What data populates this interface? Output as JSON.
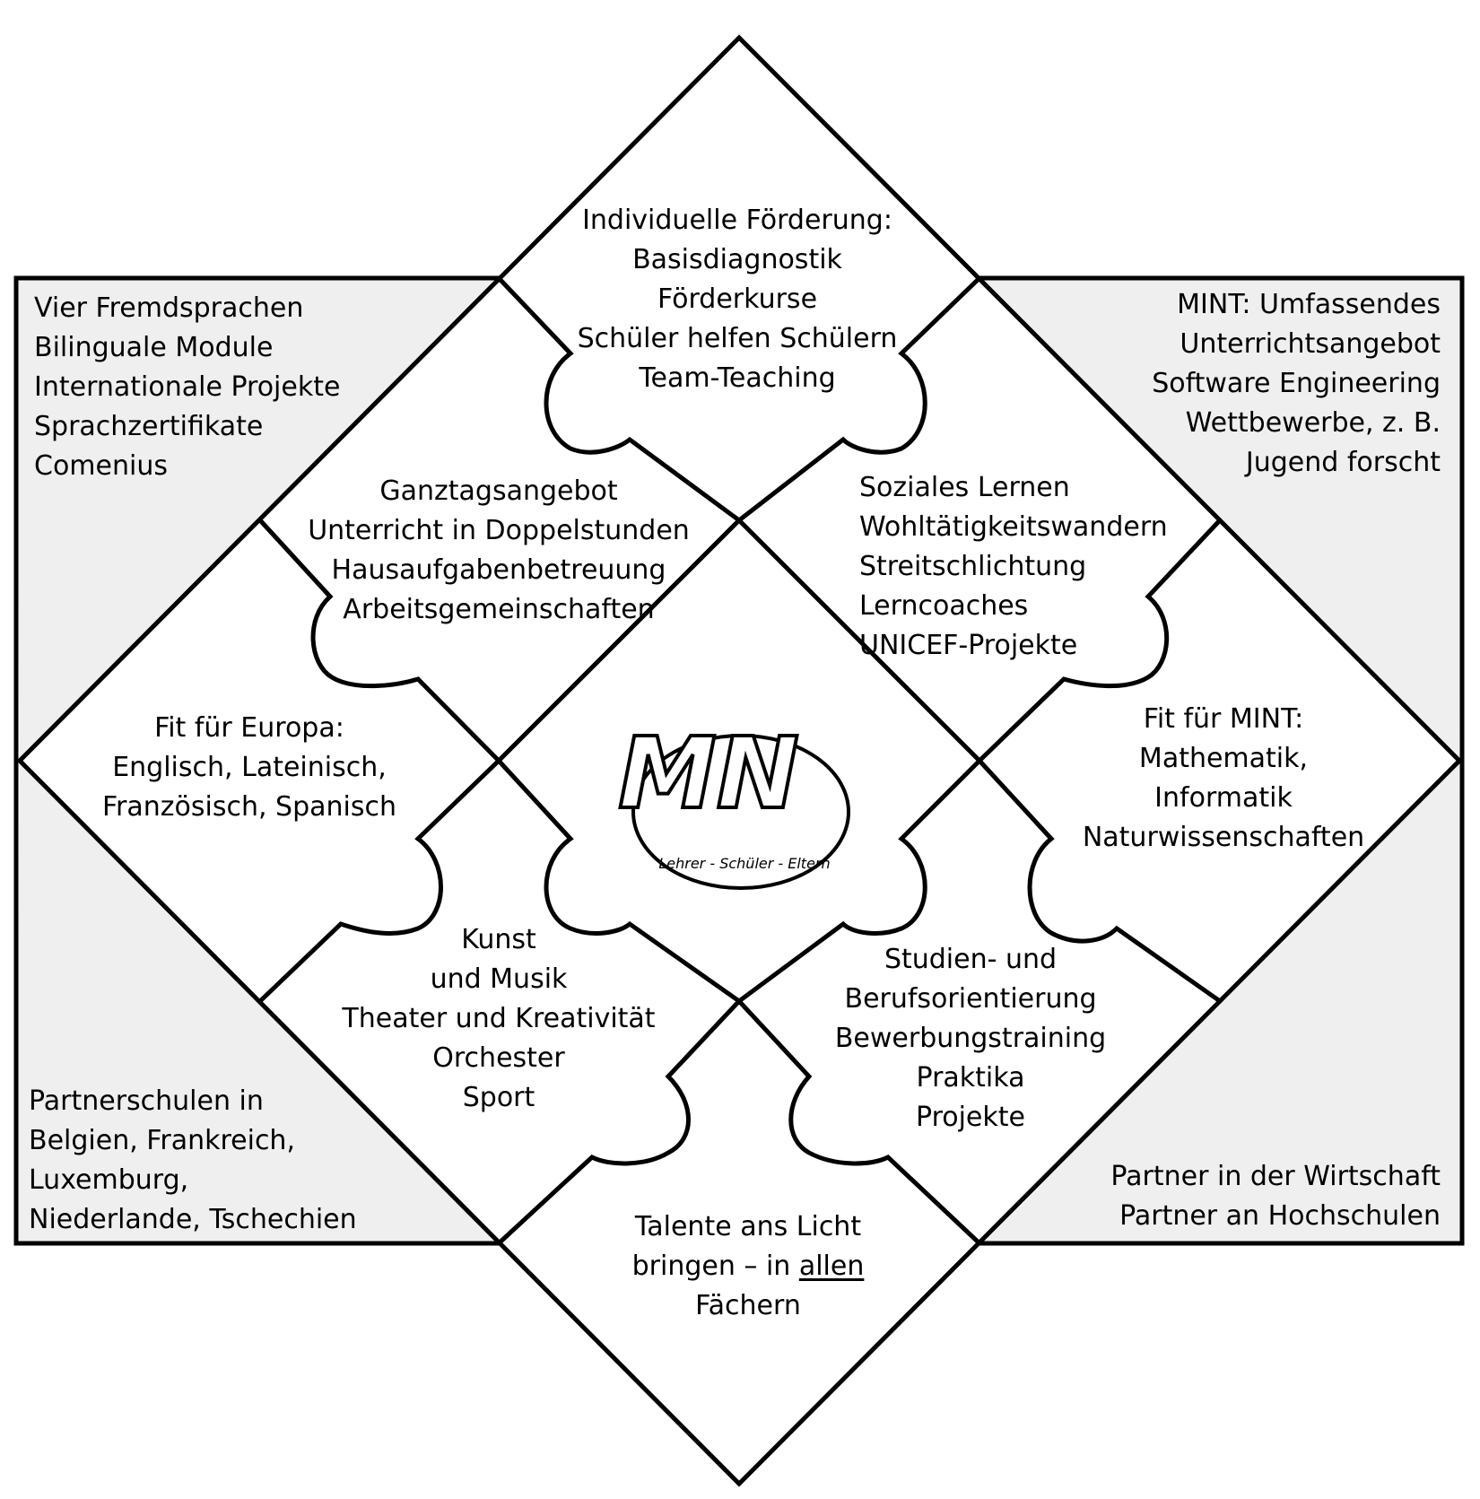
{
  "corners": {
    "top_left": [
      "Vier Fremdsprachen",
      "Bilinguale Module",
      "Internationale Projekte",
      "Sprachzertifikate",
      "Comenius"
    ],
    "top_right": [
      "MINT: Umfassendes",
      "Unterrichtsangebot",
      "Software Engineering",
      "Wettbewerbe, z. B.",
      "Jugend forscht"
    ],
    "bottom_left": [
      "Partnerschulen in",
      "Belgien, Frankreich,",
      "Luxemburg,",
      "Niederlande, Tschechien"
    ],
    "bottom_right": [
      "Partner in der Wirtschaft",
      "Partner an Hochschulen"
    ]
  },
  "pieces": {
    "top": [
      "Individuelle Förderung:",
      "Basisdiagnostik",
      "Förderkurse",
      "Schüler helfen Schülern",
      "Team-Teaching"
    ],
    "upper_left": [
      "Ganztagsangebot",
      "Unterricht in Doppelstunden",
      "Hausaufgabenbetreuung",
      "Arbeitsgemeinschaften"
    ],
    "upper_right": [
      "Soziales Lernen",
      "Wohltätigkeitswandern",
      "Streitschlichtung",
      "Lerncoaches",
      "UNICEF-Projekte"
    ],
    "left": [
      "Fit für Europa:",
      "Englisch, Lateinisch,",
      "Französisch, Spanisch"
    ],
    "right": [
      "Fit für MINT:",
      "Mathematik,",
      "Informatik",
      "Naturwissenschaften"
    ],
    "lower_left": [
      "Kunst",
      "und Musik",
      "Theater und Kreativität",
      "Orchester",
      "Sport"
    ],
    "lower_right": [
      "Studien- und",
      "Berufsorientierung",
      "Bewerbungstraining",
      "Praktika",
      "Projekte"
    ],
    "bottom": {
      "line1": "Talente ans Licht",
      "line2_prefix": "bringen – in ",
      "line2_underlined": "allen",
      "line3": "Fächern"
    }
  },
  "logo": {
    "letters": "MN",
    "ring_text": "Lehrer - Schüler - Eltern"
  },
  "colors": {
    "corner_fill": "#efefef",
    "piece_fill": "#ffffff",
    "stroke": "#000000"
  }
}
